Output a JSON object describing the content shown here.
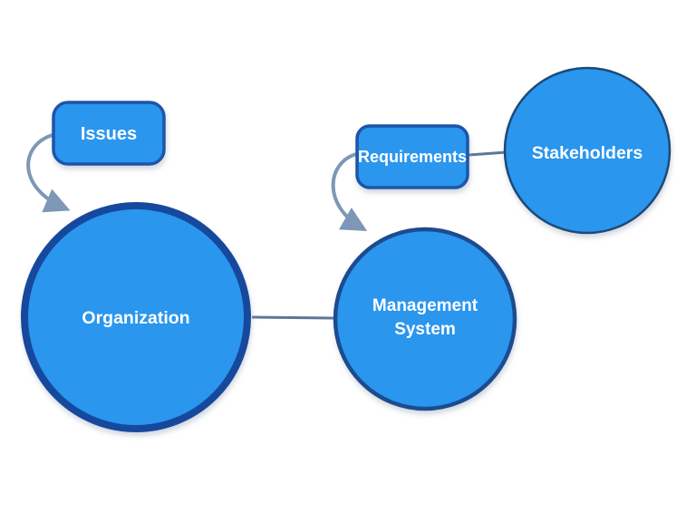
{
  "diagram": {
    "nodes": {
      "issues": {
        "label": "Issues",
        "shape": "rounded-rect"
      },
      "organization": {
        "label": "Organization",
        "shape": "circle"
      },
      "requirements": {
        "label": "Requirements",
        "shape": "rounded-rect"
      },
      "stakeholders": {
        "label": "Stakeholders",
        "shape": "circle"
      },
      "management_system": {
        "label": "Management System",
        "lines": [
          "Management",
          "System"
        ],
        "shape": "circle"
      }
    },
    "edges": [
      {
        "from": "Issues",
        "to": "Organization",
        "type": "curved-arrow"
      },
      {
        "from": "Requirements",
        "to": "Management System",
        "type": "curved-arrow"
      },
      {
        "from": "Organization",
        "to": "Management System",
        "type": "line"
      },
      {
        "from": "Requirements",
        "to": "Stakeholders",
        "type": "line"
      }
    ],
    "colors": {
      "node_fill": "#2B96EE",
      "organization_border": "#17499E",
      "management_system_border": "#1B4B90",
      "stakeholders_border": "#1F4878",
      "box_border": "#1C54A8",
      "connector_line": "#5C7898",
      "arrow": "#7E97B6",
      "label_text": "#FFFFFF"
    }
  }
}
